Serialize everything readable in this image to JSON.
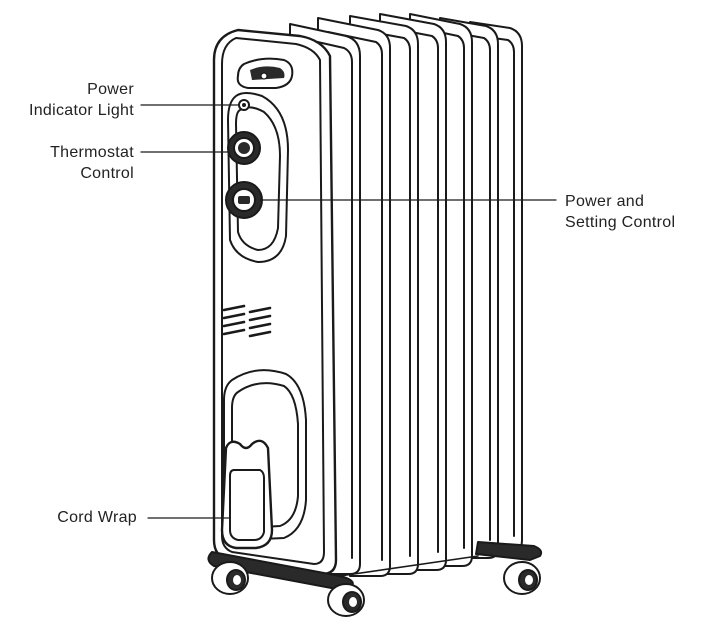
{
  "labels": {
    "power_indicator_light": [
      "Power",
      "Indicator Light"
    ],
    "thermostat_control": [
      "Thermostat",
      "Control"
    ],
    "power_and_setting_control": [
      "Power and",
      "Setting Control"
    ],
    "cord_wrap": [
      "Cord Wrap"
    ]
  },
  "colors": {
    "stroke": "#1a1a1a",
    "fill": "#ffffff",
    "dark": "#2a2a2a"
  }
}
